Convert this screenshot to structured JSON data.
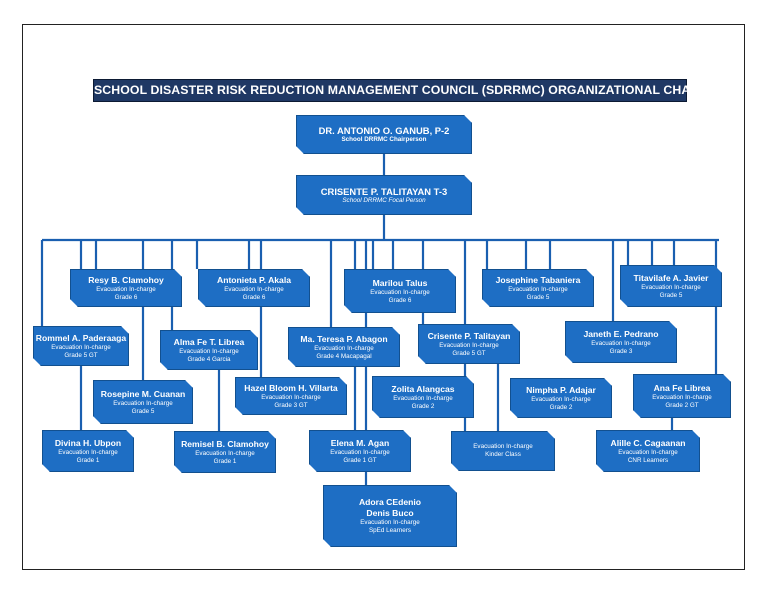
{
  "title": "SCHOOL DISASTER RISK REDUCTION MANAGEMENT COUNCIL (SDRRMC) ORGANIZATIONAL CHART",
  "chair": {
    "name": "DR. ANTONIO O. GANUB, P-2",
    "role": "School DRRMC Chairperson"
  },
  "focal": {
    "name": "CRISENTE P. TALITAYAN T-3",
    "role": "School DRRMC Focal Person"
  },
  "members": [
    {
      "name": "Resy B. Clamohoy",
      "role": "Evacuation In-charge",
      "grade": "Grade 6"
    },
    {
      "name": "Antonieta P. Akala",
      "role": "Evacuation In-charge",
      "grade": "Grade 6"
    },
    {
      "name": "Marilou Talus",
      "role": "Evacuation In-charge",
      "grade": "Grade 6"
    },
    {
      "name": "Josephine Tabaniera",
      "role": "Evacuation In-charge",
      "grade": "Grade 5"
    },
    {
      "name": "Titavilafe A. Javier",
      "role": "Evacuation In-charge",
      "grade": "Grade 5"
    },
    {
      "name": "Rommel A. Paderaaga",
      "role": "Evacuation In-charge",
      "grade": "Grade 5 GT"
    },
    {
      "name": "Alma Fe T. Librea",
      "role": "Evacuation In-charge",
      "grade": "Grade 4 Garcia"
    },
    {
      "name": "Ma. Teresa P. Abagon",
      "role": "Evacuation In-charge",
      "grade": "Grade 4 Macapagal"
    },
    {
      "name": "Crisente P. Talitayan",
      "role": "Evacuation In-charge",
      "grade": "Grade 5 GT"
    },
    {
      "name": "Janeth E. Pedrano",
      "role": "Evacuation In-charge",
      "grade": "Grade 3"
    },
    {
      "name": "Rosepine M. Cuanan",
      "role": "Evacuation In-charge",
      "grade": "Grade 5"
    },
    {
      "name": "Hazel Bloom H. Villarta",
      "role": "Evacuation In-charge",
      "grade": "Grade 3 GT"
    },
    {
      "name": "Zolita Alangcas",
      "role": "Evacuation In-charge",
      "grade": "Grade 2"
    },
    {
      "name": "Nimpha P. Adajar",
      "role": "Evacuation In-charge",
      "grade": "Grade 2"
    },
    {
      "name": "Ana Fe Librea",
      "role": "Evacuation In-charge",
      "grade": "Grade 2 GT"
    },
    {
      "name": "Divina H. Ubpon",
      "role": "Evacuation In-charge",
      "grade": "Grade 1"
    },
    {
      "name": "Remisel B. Clamohoy",
      "role": "Evacuation In-charge",
      "grade": "Grade 1"
    },
    {
      "name": "Elena M. Agan",
      "role": "Evacuation In-charge",
      "grade": "Grade 1 GT"
    },
    {
      "name": "",
      "role": "Evacuation In-charge",
      "grade": "Kinder Class"
    },
    {
      "name": "Alille C. Cagaanan",
      "role": "Evacuation In-charge",
      "grade": "CNR Learners"
    },
    {
      "name": "Adora CEdenio",
      "name2": "Denis Buco",
      "role": "Evacuation In-charge",
      "grade": "SpEd Learners"
    }
  ]
}
